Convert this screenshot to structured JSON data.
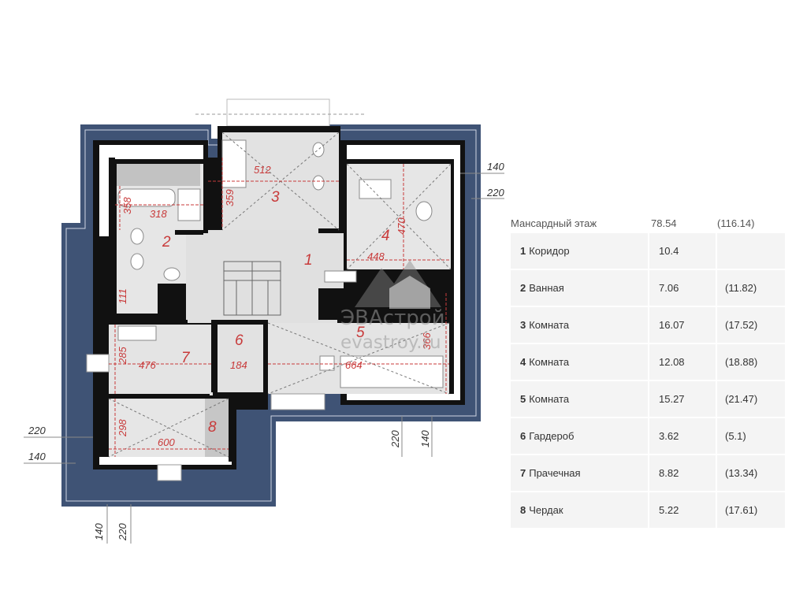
{
  "plan": {
    "rooms": [
      {
        "number": "1",
        "dim_a": "",
        "dim_b": ""
      },
      {
        "number": "2",
        "dim_a": "318",
        "dim_b": "358"
      },
      {
        "number": "3",
        "dim_a": "512",
        "dim_b": "359"
      },
      {
        "number": "4",
        "dim_a": "448",
        "dim_b": "470"
      },
      {
        "number": "5",
        "dim_a": "664",
        "dim_b": "366"
      },
      {
        "number": "6",
        "dim_a": "184",
        "dim_b": ""
      },
      {
        "number": "7",
        "dim_a": "476",
        "dim_b": "285"
      },
      {
        "number": "8",
        "dim_a": "600",
        "dim_b": "298"
      }
    ],
    "extra_dim": "111",
    "external_dims": {
      "right_top_a": "140",
      "right_top_b": "220",
      "left_a": "220",
      "left_b": "140",
      "bottom_left_a": "140",
      "bottom_left_b": "220",
      "bottom_right_a": "220",
      "bottom_right_b": "140"
    },
    "watermark": {
      "line1": "ЭВАстрой",
      "line2": "evastroy.ru"
    }
  },
  "table": {
    "title": "Мансардный этаж",
    "total": "78.54",
    "total_alt": "(116.14)",
    "rows": [
      {
        "num": "1",
        "name": "Коридор",
        "area": "10.4",
        "alt": ""
      },
      {
        "num": "2",
        "name": "Ванная",
        "area": "7.06",
        "alt": "(11.82)"
      },
      {
        "num": "3",
        "name": "Комната",
        "area": "16.07",
        "alt": "(17.52)"
      },
      {
        "num": "4",
        "name": "Комната",
        "area": "12.08",
        "alt": "(18.88)"
      },
      {
        "num": "5",
        "name": "Комната",
        "area": "15.27",
        "alt": "(21.47)"
      },
      {
        "num": "6",
        "name": "Гардероб",
        "area": "3.62",
        "alt": "(5.1)"
      },
      {
        "num": "7",
        "name": "Прачечная",
        "area": "8.82",
        "alt": "(13.34)"
      },
      {
        "num": "8",
        "name": "Чердак",
        "area": "5.22",
        "alt": "(17.61)"
      }
    ]
  },
  "colors": {
    "roof": "#3f5375",
    "wall": "#111111",
    "floor": "#e4e4e4",
    "label": "#c83a3a"
  }
}
